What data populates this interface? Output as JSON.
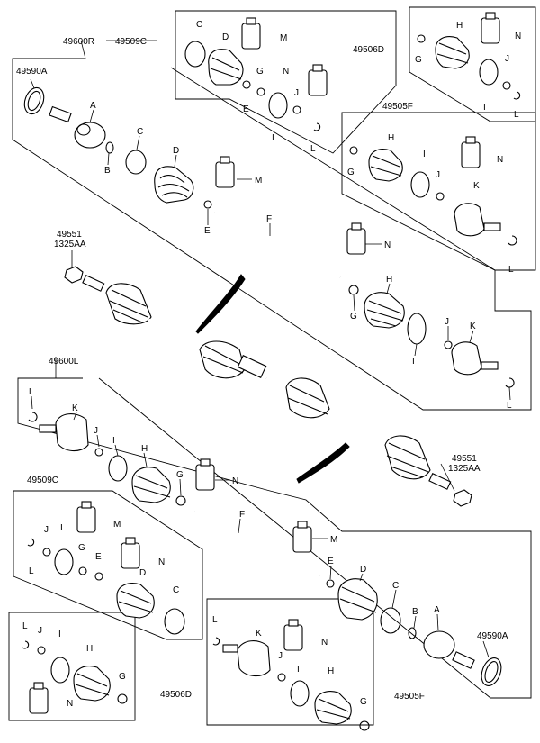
{
  "group_codes": {
    "right_shaft_assy": "49600R",
    "left_shaft_assy": "49600L",
    "boot_kit_inner_r": "49509C",
    "boot_kit_inner_l": "49509C",
    "boot_kit_outer_r": "49506D",
    "boot_kit_outer_l": "49506D",
    "joint_kit_r": "49505F",
    "joint_kit_l": "49505F",
    "tone_ring_r": "49590A",
    "tone_ring_l": "49590A",
    "nut_upper_a": "49551",
    "nut_upper_b": "1325AA",
    "nut_lower_a": "49551",
    "nut_lower_b": "1325AA"
  },
  "letters": {
    "A": "A",
    "B": "B",
    "C": "C",
    "D": "D",
    "E": "E",
    "F": "F",
    "G": "G",
    "H": "H",
    "I": "I",
    "J": "J",
    "K": "K",
    "L": "L",
    "M": "M",
    "N": "N"
  }
}
